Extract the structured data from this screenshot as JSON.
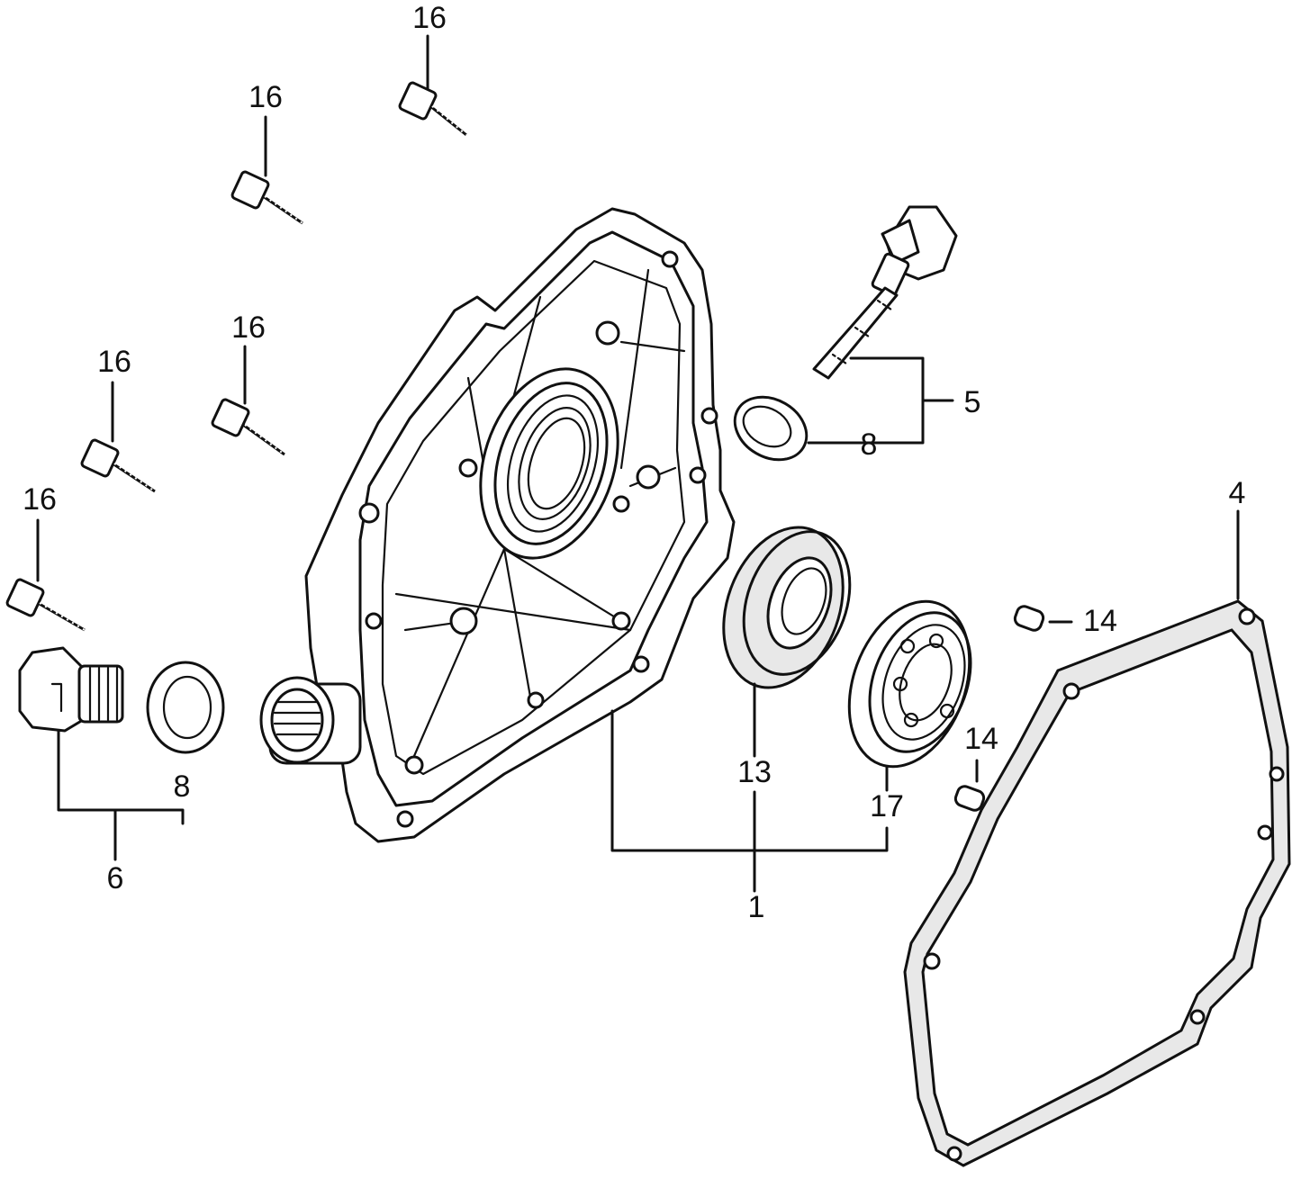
{
  "callouts": {
    "bolt_1": "16",
    "bolt_2": "16",
    "bolt_3": "16",
    "bolt_4": "16",
    "bolt_5": "16",
    "crankcase_cover_assy": "1",
    "gasket": "4",
    "oil_level_gauge_assy": "5",
    "oil_gauge_oring": "8",
    "drain_plug_assy": "6",
    "drain_plug_oring": "8",
    "oil_seal": "13",
    "bearing": "17",
    "dowel_pin_1": "14",
    "dowel_pin_2": "14"
  }
}
